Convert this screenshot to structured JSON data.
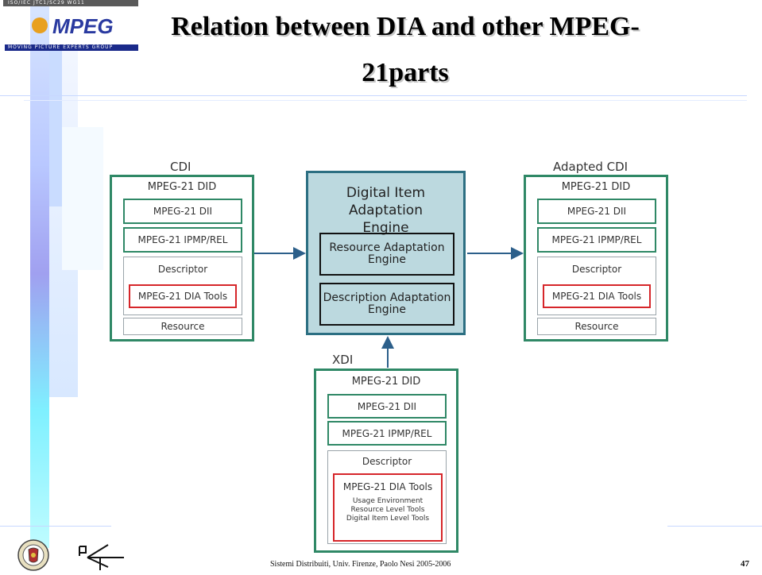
{
  "slide": {
    "title_line1": "Relation between DIA and other MPEG-",
    "title_line2": "21parts",
    "footer": "Sistemi Distribuiti, Univ. Firenze, Paolo Nesi 2005-2006",
    "page_number": "47"
  },
  "logo": {
    "top_text": "ISO/IEC JTC1/SC29 WG11",
    "brand": "MPEG",
    "bottom_text": "MOVING PICTURE EXPERTS GROUP"
  },
  "cdi": {
    "label": "CDI",
    "did": "MPEG-21 DID",
    "dii": "MPEG-21 DII",
    "ipmp": "MPEG-21 IPMP/REL",
    "descriptor": "Descriptor",
    "dia_tools": "MPEG-21 DIA Tools",
    "resource": "Resource"
  },
  "engine": {
    "title": "Digital Item Adaptation Engine",
    "resource_engine": "Resource Adaptation Engine",
    "description_engine": "Description Adaptation Engine"
  },
  "adapted_cdi": {
    "label": "Adapted CDI",
    "did": "MPEG-21 DID",
    "dii": "MPEG-21 DII",
    "ipmp": "MPEG-21 IPMP/REL",
    "descriptor": "Descriptor",
    "dia_tools": "MPEG-21 DIA Tools",
    "resource": "Resource"
  },
  "xdi": {
    "label": "XDI",
    "did": "MPEG-21 DID",
    "dii": "MPEG-21 DII",
    "ipmp": "MPEG-21 IPMP/REL",
    "descriptor": "Descriptor",
    "dia_tools": "MPEG-21 DIA Tools",
    "usage": "Usage Environment",
    "resource_level": "Resource Level Tools",
    "di_level": "Digital Item Level Tools"
  },
  "colors": {
    "box_border": "#2f8866",
    "red_border": "#d6262a",
    "engine_fill": "#bcd9df",
    "engine_border": "#2c6f82",
    "arrow": "#2c5f8a"
  }
}
